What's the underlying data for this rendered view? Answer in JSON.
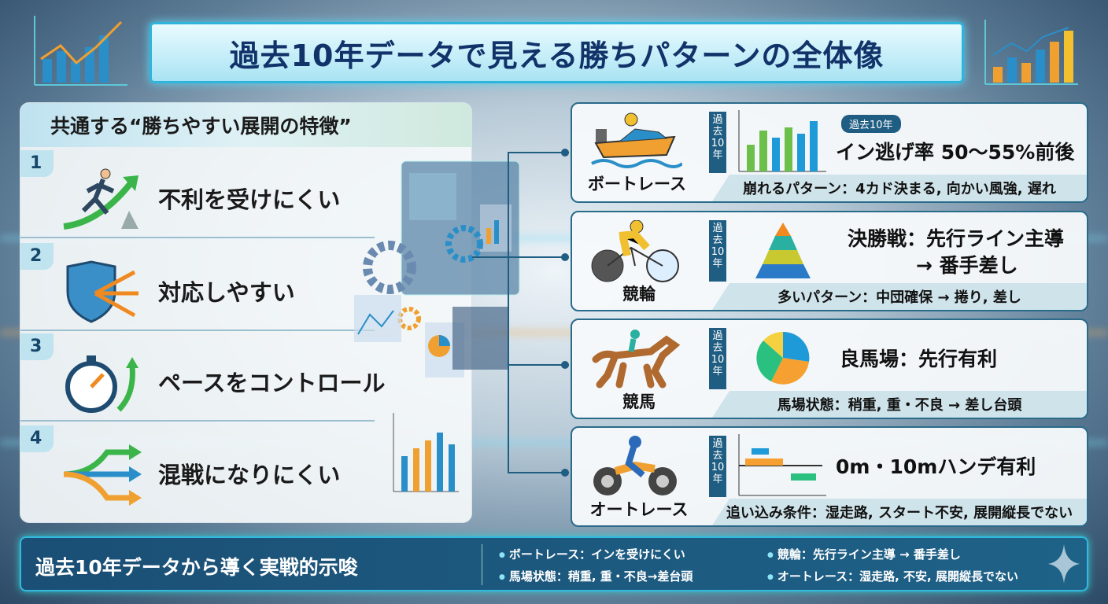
{
  "title": "過去10年データで見える勝ちパターンの全体像",
  "left_panel": {
    "heading": "共通する“勝ちやすい展開の特徴”",
    "items": [
      {
        "number": "1",
        "label": "不利を受けにくい",
        "icon": "runner-arrow-icon"
      },
      {
        "number": "2",
        "label": "対応しやすい",
        "icon": "shield-arrows-icon"
      },
      {
        "number": "3",
        "label": "ペースをコントロール",
        "icon": "stopwatch-icon"
      },
      {
        "number": "4",
        "label": "混戦になりにくい",
        "icon": "split-arrows-icon"
      }
    ]
  },
  "cards": [
    {
      "name": "ボートレース",
      "tag": "過去10年",
      "pill": "過去10年",
      "main": "イン逃げ率 50〜55%前後",
      "strip": "崩れるパターン：4カド決まる, 向かい風強, 遅れ"
    },
    {
      "name": "競輪",
      "tag": "過去10年",
      "main1": "決勝戦：先行ライン主導",
      "main2": "→ 番手差し",
      "strip": "多いパターン：中団確保 → 捲り, 差し"
    },
    {
      "name": "競馬",
      "tag": "過去10年",
      "main": "良馬場：先行有利",
      "strip": "馬場状態：稍重, 重・不良 → 差し台頭"
    },
    {
      "name": "オートレース",
      "tag": "過去10年",
      "main": "0m・10mハンデ有利",
      "strip": "追い込み条件：湿走路, スタート不安, 展開縦長でない"
    }
  ],
  "bottom": {
    "title": "過去10年データから導く実戦的示唆",
    "bullets": [
      "ボートレース：インを受けにくい",
      "馬場状態：稍重, 重・不良→差台頭",
      "競輪：先行ライン主導 → 番手差し",
      "オートレース：湿走路, 不安, 展開縦長でない"
    ]
  },
  "colors": {
    "navy": "#12336a",
    "accent": "#1f5d82",
    "cyan": "#2fb4dc"
  }
}
